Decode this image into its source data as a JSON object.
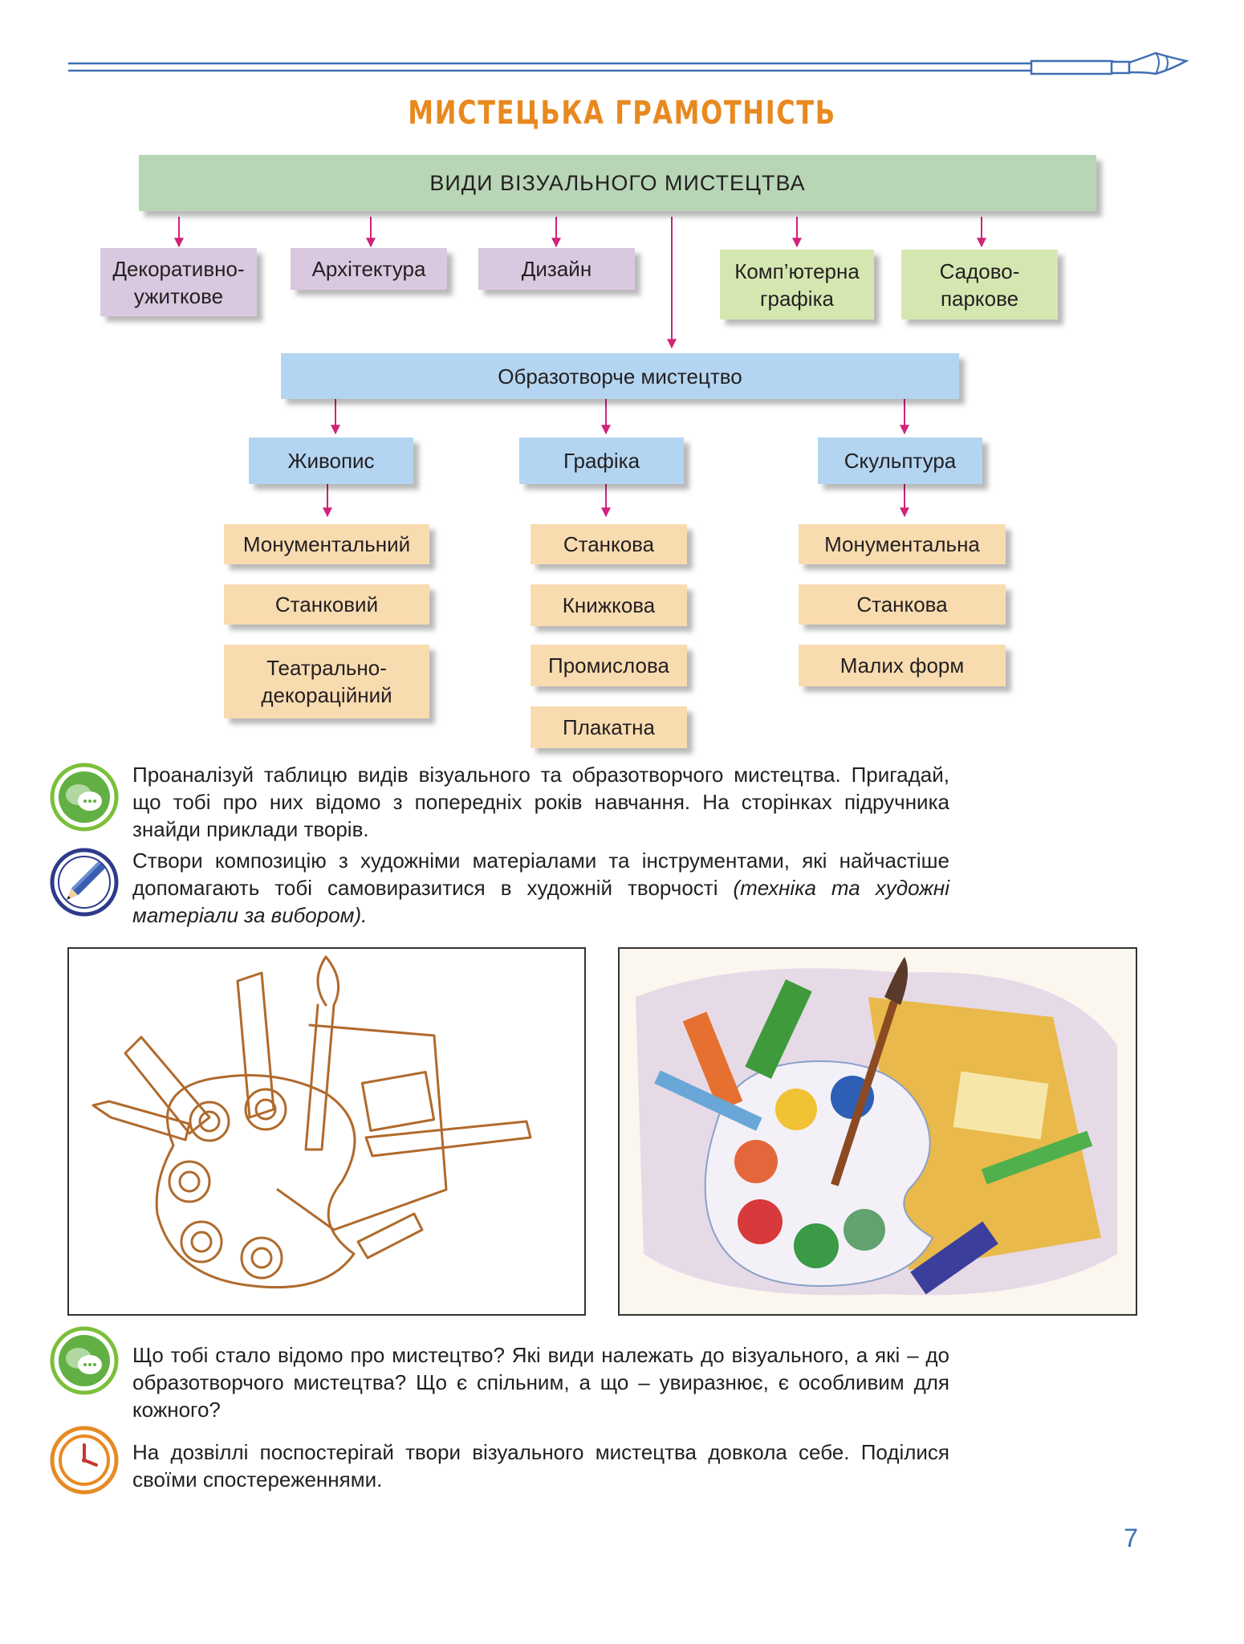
{
  "header": {
    "title": "МИСТЕЦЬКА ГРАМОТНІСТЬ"
  },
  "scheme": {
    "root": "ВИДИ ВІЗУАЛЬНОГО МИСТЕЦТВА",
    "visual_kinds": [
      "Декоративно-ужиткове",
      "Архітектура",
      "Дизайн",
      "Комп’ютерна графіка",
      "Садово-паркове"
    ],
    "fine_art": "Образотворче мистецтво",
    "painting": {
      "label": "Живопис",
      "items": [
        "Монументальний",
        "Станковий",
        "Театрально-декораційний"
      ]
    },
    "graphics": {
      "label": "Графіка",
      "items": [
        "Станкова",
        "Книжкова",
        "Промислова",
        "Плакатна"
      ]
    },
    "sculpture": {
      "label": "Скульптура",
      "items": [
        "Монументальна",
        "Станкова",
        "Малих форм"
      ]
    }
  },
  "tasks": {
    "discuss_1": "Проаналізуй таблицю видів візуального та образотворчого мистецтва. Пригадай, що тобі про них відомо з попередніх років навчання. На сторінках підручника знайди приклади творів.",
    "create": "Створи композицію з художніми матеріалами та інструментами, які найчастіше допомагають тобі самовиразитися в художній творчості",
    "create_note": "(техніка та художні матеріали за вибором).",
    "discuss_2": "Що тобі стало відомо про мистецтво? Які види належать до візуального, а які – до образотворчого мистецтва? Що є спільним, а що – увиразнює, є особливим для кожного?",
    "leisure": "На дозвіллі поспостерігай твори візуального мистецтва довкола себе. Поділися своїми спостереженнями."
  },
  "icons": [
    "chat-bubbles-icon",
    "pencil-icon",
    "chat-bubbles-icon",
    "clock-icon",
    "paintbrush-icon"
  ],
  "colors": {
    "title": "#e8891f",
    "arrow": "#d0237a",
    "page_number": "#3a6fb5"
  },
  "page_number": "7"
}
